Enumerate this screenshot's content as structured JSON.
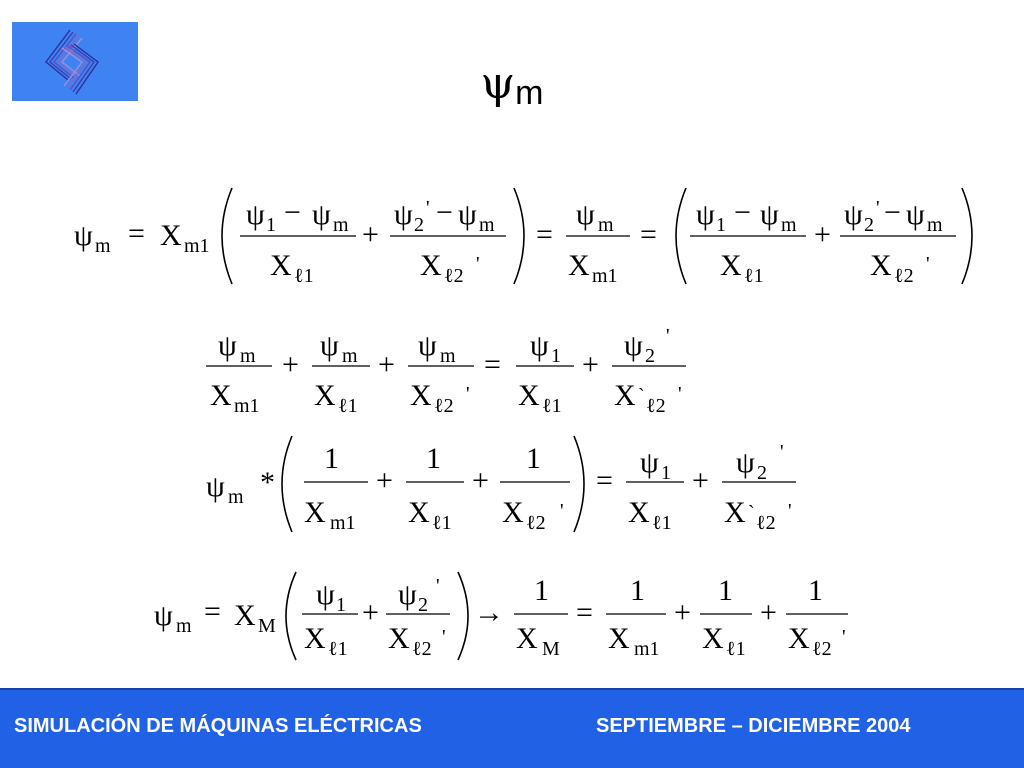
{
  "slide": {
    "title_symbol": "ψ",
    "title_subscript": "m"
  },
  "footer": {
    "left": "SIMULACIÓN DE MÁQUINAS ELÉCTRICAS",
    "right": "SEPTIEMBRE – DICIEMBRE 2004"
  },
  "equations": {
    "eq1": "ψm = Xm1 ( (ψ1 − ψm)/Xℓ1 + (ψ2' − ψm)/Xℓ2' ) = ψm/Xm1 = ( (ψ1 − ψm)/Xℓ1 + (ψ2' − ψm)/Xℓ2' )",
    "eq2": "ψm/Xm1 + ψm/Xℓ1 + ψm/Xℓ2' = ψ1/Xℓ1 + ψ2'/X`ℓ2'",
    "eq3": "ψm * ( 1/Xm1 + 1/Xℓ1 + 1/Xℓ2' ) = ψ1/Xℓ1 + ψ2'/X`ℓ2'",
    "eq4": "ψm = XM ( ψ1/Xℓ1 + ψ2'/Xℓ2' ) → 1/XM = 1/Xm1 + 1/Xℓ1 + 1/Xℓ2'"
  }
}
